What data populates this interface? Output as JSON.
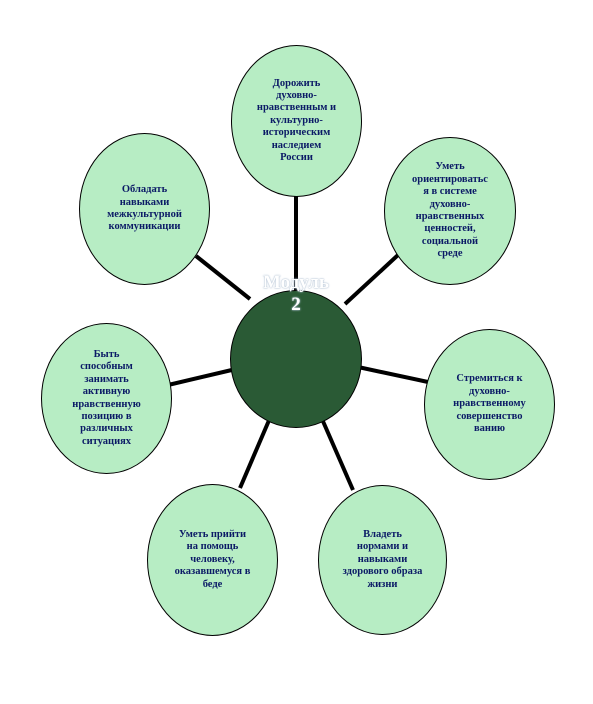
{
  "diagram": {
    "center": {
      "label": "Модуль\n2"
    },
    "petals": [
      {
        "id": "top",
        "text": "Дорожить\nдуховно-\nнравственным и\nкультурно-\nисторическим\nнаследием\nРоссии"
      },
      {
        "id": "upper-right",
        "text": "Уметь\nориентироватьс\nя в системе\nдуховно-\nнравственных\nценностей,\nсоциальной\nсреде"
      },
      {
        "id": "right",
        "text": "Стремиться к\nдуховно-\nнравственному\nсовершенство\nванию"
      },
      {
        "id": "lower-right",
        "text": "Владеть\nнормами и\nнавыками\nздорового образа\nжизни"
      },
      {
        "id": "lower-left",
        "text": "Уметь прийти\nна помощь\nчеловеку,\nоказавшемуся в\nбеде"
      },
      {
        "id": "left",
        "text": "Быть\nспособным\nзанимать\nактивную\nнравственную\nпозицию в\nразличных\nситуациях"
      },
      {
        "id": "upper-left",
        "text": "Обладать\nнавыками\nмежкультурной\nкоммуникации"
      }
    ],
    "colors": {
      "petal_fill": "#b7edc4",
      "center_fill": "#2a5a35",
      "petal_text": "#0b1a66",
      "center_text": "#ffffff",
      "outline": "#000000"
    }
  }
}
